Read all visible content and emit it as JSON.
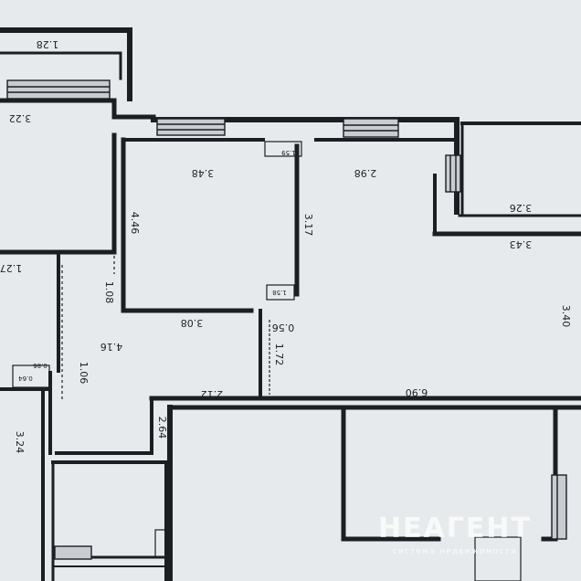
{
  "plan": {
    "dimensions": {
      "d1": "1.28",
      "d2": "3.22",
      "d3": "3.48",
      "d4": "2.98",
      "d5": "3.26",
      "d6": "3.43",
      "d7": "4.46",
      "d8": "3.17",
      "d9": "1.08",
      "d10": "3.08",
      "d11": "0.56",
      "d12": "1.72",
      "d13": "4.16",
      "d14": "1.06",
      "d15": "2.12",
      "d16": "6.90",
      "d17": "3.40",
      "d18": "1.27",
      "d19": "2.64",
      "d20": "3.24",
      "d21": "1.59",
      "d22": "0.86",
      "d23": "1.58",
      "d24": "0.64"
    }
  },
  "watermark": {
    "brand": "НЕАГЕНТ",
    "tagline": "система недвижимости"
  },
  "colors": {
    "wall": "#1b1e22",
    "background": "#e7eaec"
  }
}
